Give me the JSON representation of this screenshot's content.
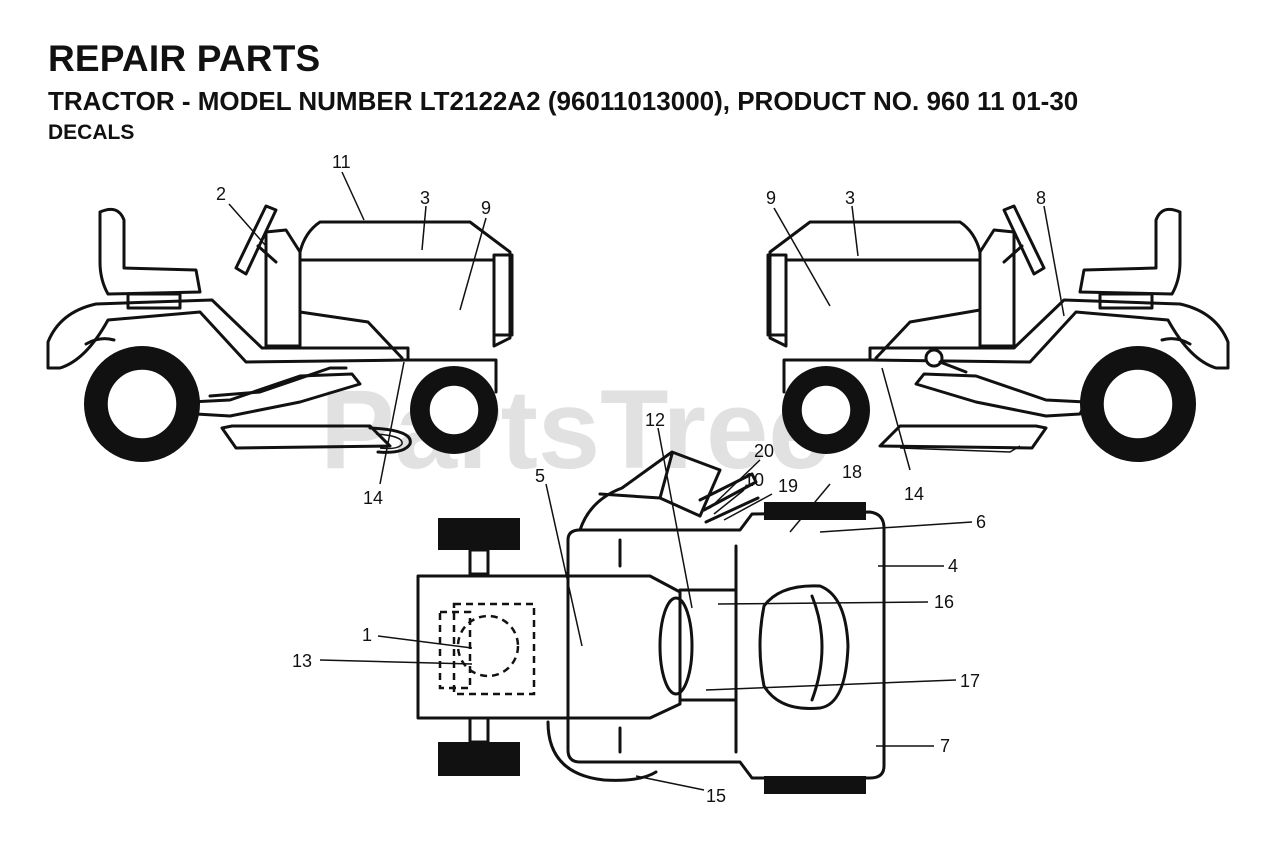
{
  "header": {
    "title": "REPAIR PARTS",
    "subtitle": "TRACTOR - MODEL NUMBER LT2122A2 (96011013000), PRODUCT NO. 960 11 01-30",
    "section": "DECALS"
  },
  "watermark": "PartsTree",
  "callouts": {
    "left_view": [
      "11",
      "2",
      "3",
      "9",
      "14"
    ],
    "right_view": [
      "9",
      "3",
      "8",
      "14"
    ],
    "top_view": [
      "12",
      "20",
      "10",
      "19",
      "18",
      "5",
      "6",
      "4",
      "16",
      "1",
      "13",
      "17",
      "7",
      "15"
    ]
  }
}
